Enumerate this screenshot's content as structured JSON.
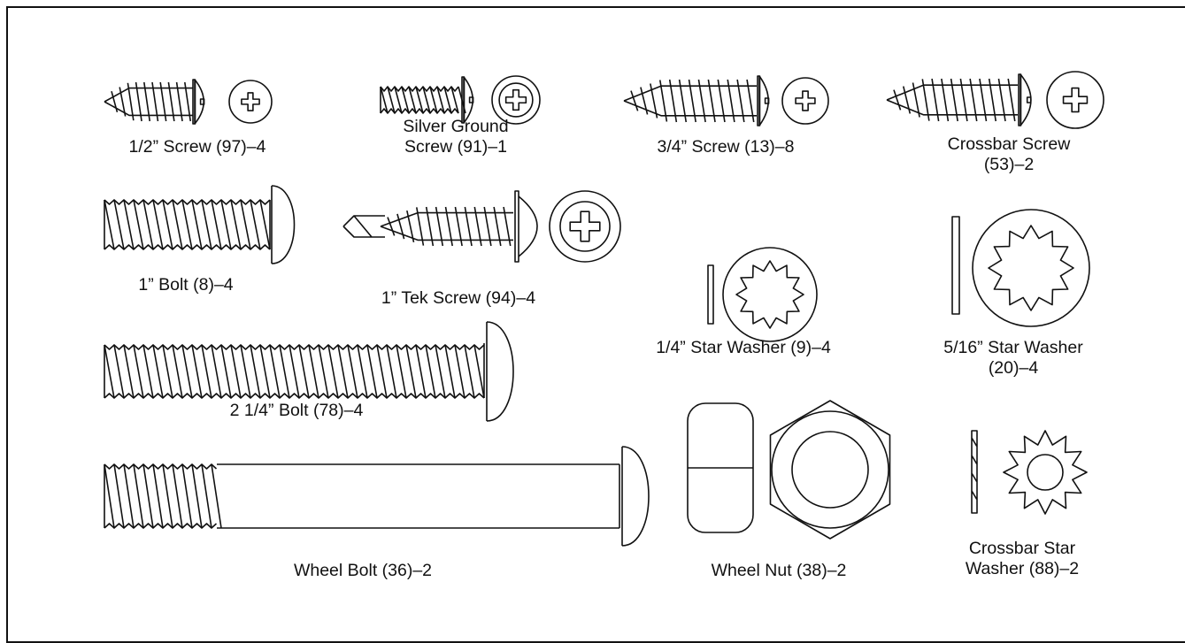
{
  "parts": [
    {
      "id": "half-inch-screw",
      "label": [
        "1/2” Screw (97)–4"
      ]
    },
    {
      "id": "silver-ground-screw",
      "label": [
        "Silver Ground",
        "Screw (91)–1"
      ]
    },
    {
      "id": "three-quarter-screw",
      "label": [
        "3/4” Screw (13)–8"
      ]
    },
    {
      "id": "crossbar-screw",
      "label": [
        "Crossbar Screw",
        "(53)–2"
      ]
    },
    {
      "id": "one-inch-bolt",
      "label": [
        "1” Bolt (8)–4"
      ]
    },
    {
      "id": "tek-screw",
      "label": [
        "1” Tek Screw (94)–4"
      ]
    },
    {
      "id": "quarter-star-washer",
      "label": [
        "1/4” Star Washer (9)–4"
      ]
    },
    {
      "id": "five-sixteenth-star-washer",
      "label": [
        "5/16” Star Washer",
        "(20)–4"
      ]
    },
    {
      "id": "two-quarter-bolt",
      "label": [
        "2 1/4” Bolt (78)–4"
      ]
    },
    {
      "id": "wheel-bolt",
      "label": [
        "Wheel Bolt (36)–2"
      ]
    },
    {
      "id": "wheel-nut",
      "label": [
        "Wheel Nut (38)–2"
      ]
    },
    {
      "id": "crossbar-star-washer",
      "label": [
        "Crossbar Star",
        "Washer (88)–2"
      ]
    }
  ]
}
